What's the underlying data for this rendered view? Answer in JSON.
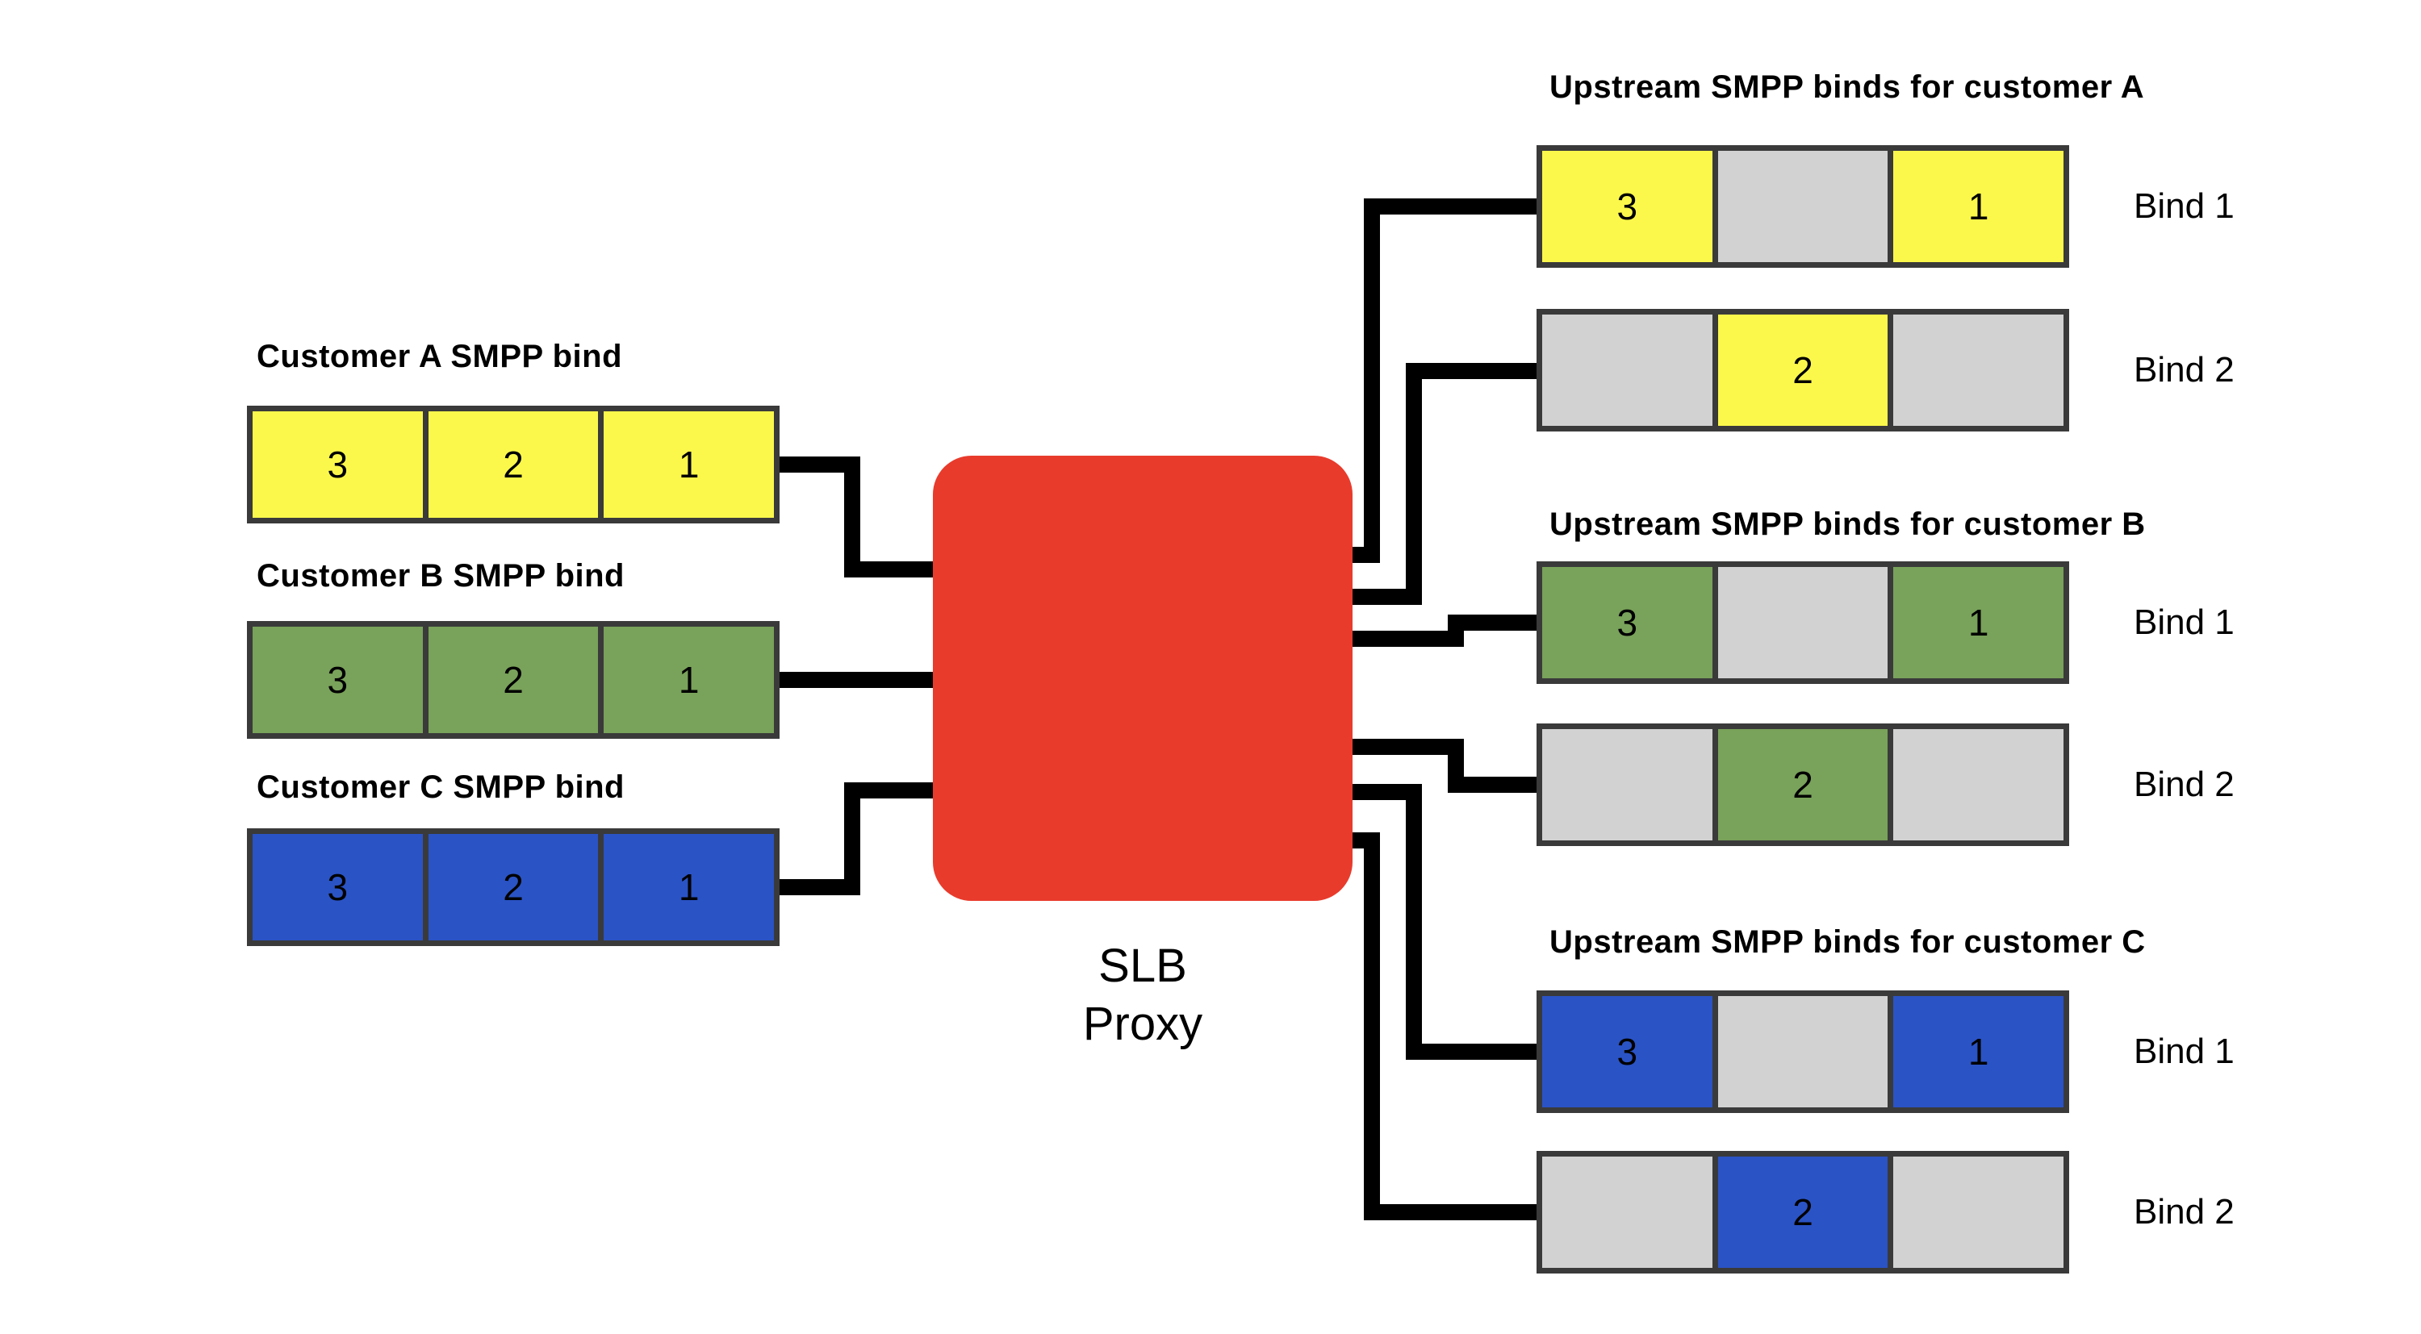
{
  "colors": {
    "customer_a": "#FBF84B",
    "customer_b": "#79A25A",
    "customer_c": "#2A53C5",
    "proxy": "#E83B2C",
    "empty_slot": "#D2D2D2",
    "cell_border": "#3A3A3A",
    "wire": "#000000"
  },
  "proxy": {
    "label_line1": "SLB",
    "label_line2": "Proxy"
  },
  "left": {
    "customers": [
      {
        "title": "Customer A SMPP bind",
        "cells": [
          "3",
          "2",
          "1"
        ]
      },
      {
        "title": "Customer B SMPP bind",
        "cells": [
          "3",
          "2",
          "1"
        ]
      },
      {
        "title": "Customer C SMPP bind",
        "cells": [
          "3",
          "2",
          "1"
        ]
      }
    ]
  },
  "right": {
    "groups": [
      {
        "title": "Upstream SMPP binds for customer A",
        "binds": [
          {
            "label": "Bind 1",
            "cells": [
              "3",
              "",
              "1"
            ]
          },
          {
            "label": "Bind 2",
            "cells": [
              "",
              "2",
              ""
            ]
          }
        ]
      },
      {
        "title": "Upstream SMPP binds for customer B",
        "binds": [
          {
            "label": "Bind 1",
            "cells": [
              "3",
              "",
              "1"
            ]
          },
          {
            "label": "Bind 2",
            "cells": [
              "",
              "2",
              ""
            ]
          }
        ]
      },
      {
        "title": "Upstream SMPP binds for customer C",
        "binds": [
          {
            "label": "Bind 1",
            "cells": [
              "3",
              "",
              "1"
            ]
          },
          {
            "label": "Bind 2",
            "cells": [
              "",
              "2",
              ""
            ]
          }
        ]
      }
    ]
  }
}
